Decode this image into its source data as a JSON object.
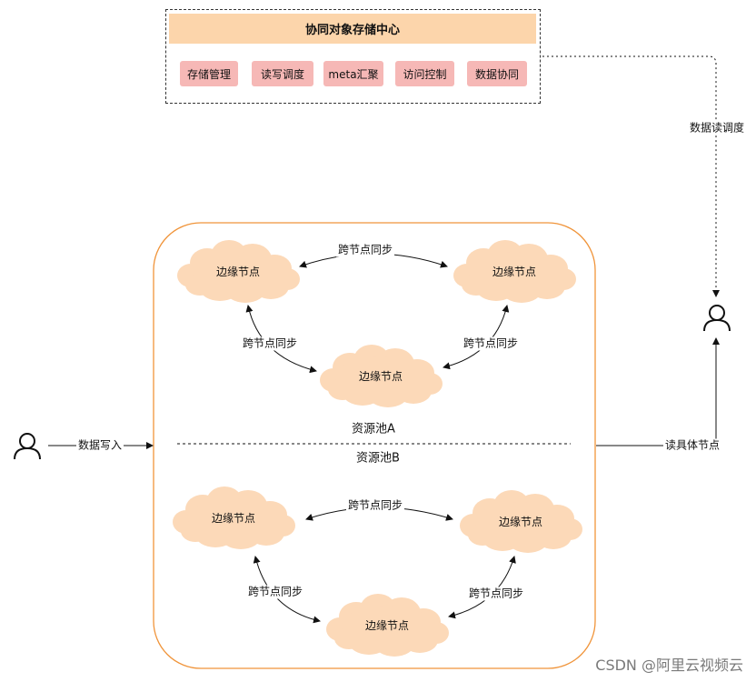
{
  "hub": {
    "title": "协同对象存储中心",
    "modules": [
      "存储管理",
      "读写调度",
      "meta汇聚",
      "访问控制",
      "数据协同"
    ]
  },
  "pools": {
    "a": {
      "label": "资源池A"
    },
    "b": {
      "label": "资源池B"
    }
  },
  "node_label": "边缘节点",
  "sync_label": "跨节点同步",
  "flows": {
    "data_write": "数据写入",
    "read_schedule": "数据读调度",
    "read_node": "读具体节点"
  },
  "actors": {
    "writer_icon": "user-icon",
    "reader_icon": "user-icon"
  },
  "colors": {
    "hub_title_bg": "#fcd5ab",
    "module_bg": "#f6b8b6",
    "pool_border": "#f0943a",
    "cloud_fill": "#fcd9b8"
  },
  "watermark": "CSDN @阿里云视频云"
}
